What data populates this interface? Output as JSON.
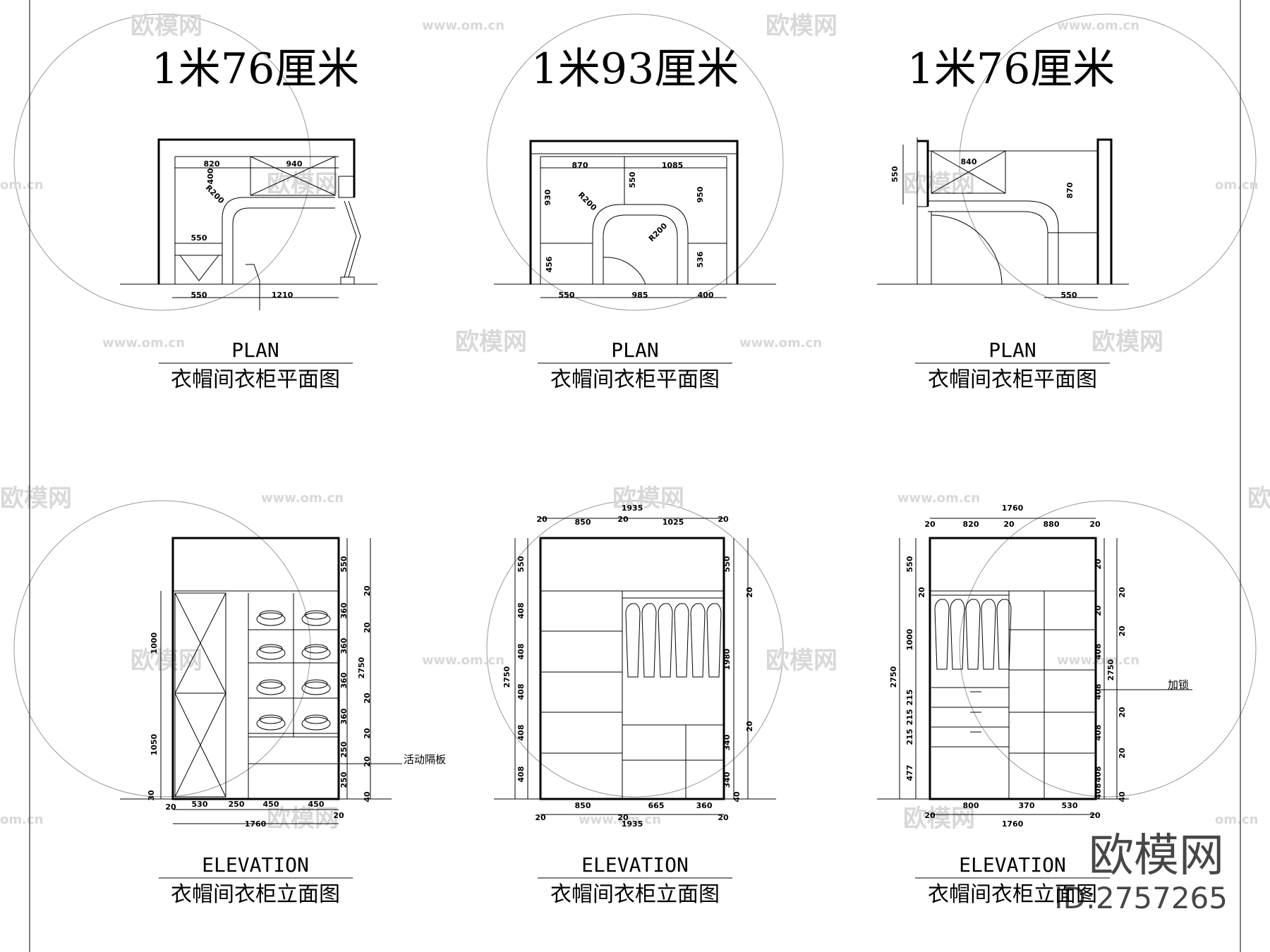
{
  "watermark": {
    "brand_cn": "欧模网",
    "url": "www.om.cn",
    "url_short": "om.cn",
    "id": "ID:2757265",
    "color": "#d8d8d8"
  },
  "panels": [
    {
      "title": "1米76厘米",
      "plan_label_en": "PLAN",
      "plan_label_cn": "衣帽间衣柜平面图",
      "elev_label_en": "ELEVATION",
      "elev_label_cn": "衣帽间衣柜立面图",
      "plan_dims": [
        "820",
        "940",
        "400",
        "R200",
        "550",
        "550",
        "1210"
      ],
      "elev_dims": {
        "bottom": [
          "20",
          "530",
          "250",
          "450",
          "450",
          "20"
        ],
        "total": "1760",
        "left": [
          "1000",
          "1050",
          "30"
        ],
        "right": [
          "550",
          "360",
          "360",
          "360",
          "360",
          "250",
          "250",
          "2750"
        ],
        "right_small": [
          "20",
          "20",
          "20",
          "20",
          "20",
          "40"
        ]
      },
      "note": "活动隔板"
    },
    {
      "title": "1米93厘米",
      "plan_label_en": "PLAN",
      "plan_label_cn": "衣帽间衣柜平面图",
      "elev_label_en": "ELEVATION",
      "elev_label_cn": "衣帽间衣柜立面图",
      "plan_dims": [
        "870",
        "1085",
        "550",
        "930",
        "950",
        "R200",
        "R200",
        "456",
        "536",
        "550",
        "985",
        "400"
      ],
      "elev_dims": {
        "top": [
          "20",
          "850",
          "20",
          "1025",
          "20"
        ],
        "top_total": "1935",
        "bottom": [
          "20",
          "850",
          "20",
          "665",
          "360",
          "20"
        ],
        "total": "1935",
        "left": [
          "550",
          "408",
          "408",
          "408",
          "408",
          "408",
          "2750"
        ],
        "right": [
          "550",
          "1980",
          "340",
          "340",
          "20",
          "20",
          "40"
        ]
      }
    },
    {
      "title": "1米76厘米",
      "plan_label_en": "PLAN",
      "plan_label_cn": "衣帽间衣柜平面图",
      "elev_label_en": "ELEVATION",
      "elev_label_cn": "衣帽间衣柜立面图",
      "plan_dims": [
        "840",
        "550",
        "870",
        "550"
      ],
      "elev_dims": {
        "top": [
          "20",
          "820",
          "20",
          "880",
          "20"
        ],
        "top_total": "1760",
        "bottom": [
          "20",
          "800",
          "370",
          "530",
          "20"
        ],
        "total": "1760",
        "left": [
          "550",
          "20",
          "1000",
          "215",
          "215",
          "215",
          "477",
          "2750"
        ],
        "right": [
          "20",
          "20",
          "408",
          "408",
          "408",
          "408",
          "408",
          "2750",
          "20",
          "20",
          "20",
          "20",
          "40"
        ]
      },
      "note": "加锁"
    }
  ]
}
